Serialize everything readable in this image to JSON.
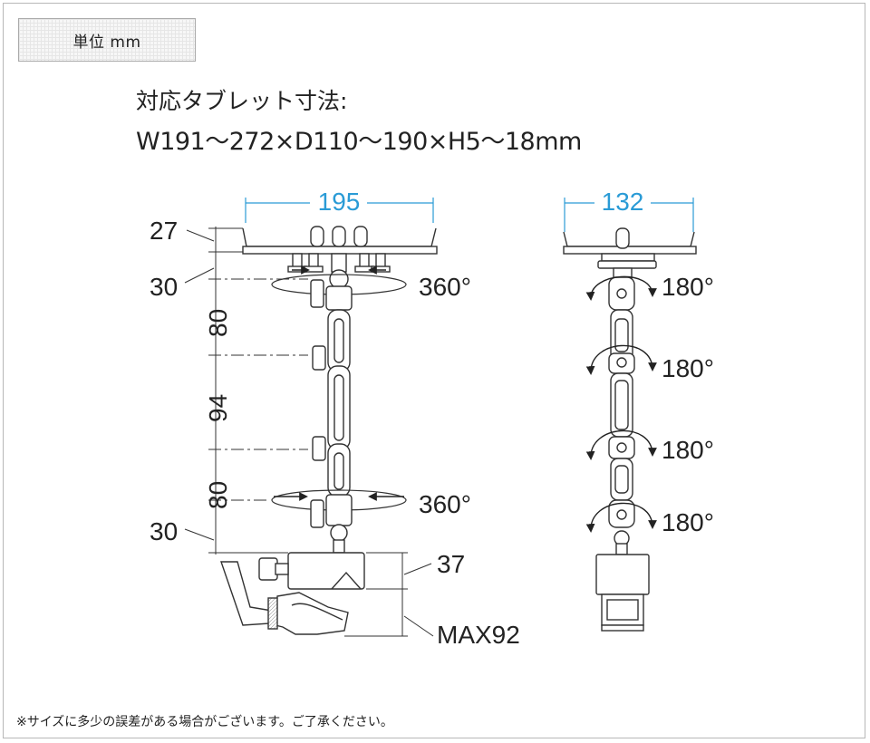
{
  "unit_label": "単位 mm",
  "spec": {
    "title": "対応タブレット寸法:",
    "range": "W191〜272×D110〜190×H5〜18mm"
  },
  "front_view": {
    "width_label": "195",
    "dim_top": "27",
    "dim_upper_swivel": "30",
    "dim_arm_upper": "80",
    "dim_arm_middle": "94",
    "dim_arm_lower": "80",
    "dim_lower_swivel": "30",
    "dim_clamp_height": "37",
    "dim_clamp_max": "MAX92",
    "rotation_top": "360°",
    "rotation_bottom": "360°"
  },
  "side_view": {
    "width_label": "132",
    "rotation_1": "180°",
    "rotation_2": "180°",
    "rotation_3": "180°",
    "rotation_4": "180°"
  },
  "colors": {
    "dimension_line": "#2a9bd6",
    "line": "#333333"
  },
  "note": "※サイズに多少の誤差がある場合がございます。ご了承ください。"
}
